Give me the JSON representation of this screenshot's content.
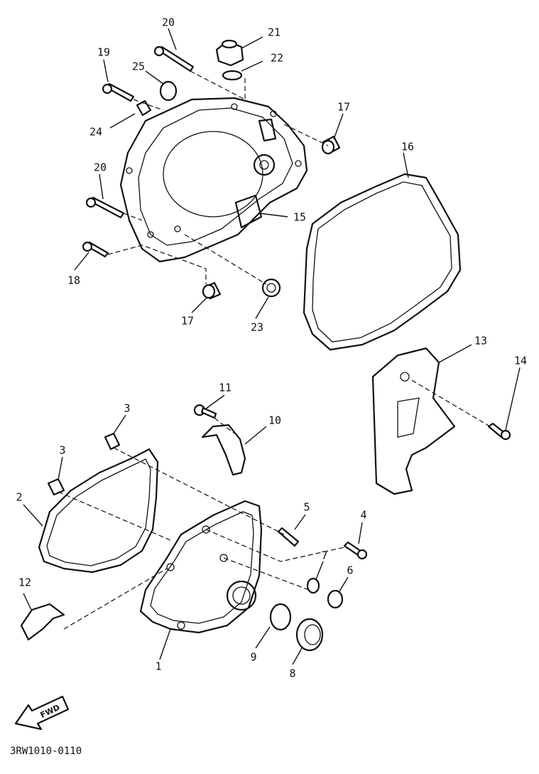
{
  "diagram": {
    "callouts": {
      "n1": "1",
      "n2": "2",
      "n3a": "3",
      "n3b": "3",
      "n4": "4",
      "n5": "5",
      "n6": "6",
      "n7": "7",
      "n8": "8",
      "n9": "9",
      "n10": "10",
      "n11": "11",
      "n12": "12",
      "n13": "13",
      "n14": "14",
      "n15": "15",
      "n16": "16",
      "n17a": "17",
      "n17b": "17",
      "n18": "18",
      "n19": "19",
      "n20a": "20",
      "n20b": "20",
      "n21": "21",
      "n22": "22",
      "n23": "23",
      "n24": "24",
      "n25": "25"
    },
    "fwd_label": "FWD",
    "drawing_code": "3RW1010-0110"
  }
}
